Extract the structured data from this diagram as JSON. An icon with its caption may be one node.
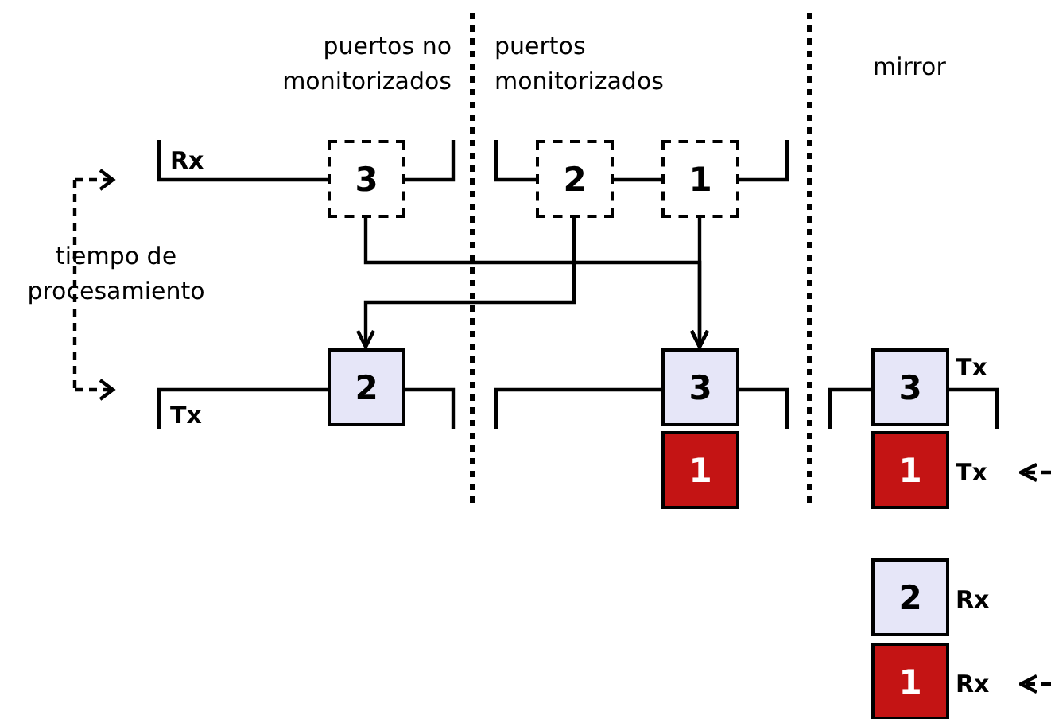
{
  "diagram": {
    "nodes": [
      {
        "text": [
          "3"
        ]
      },
      {
        "text": [
          "2"
        ]
      },
      {
        "text": [
          "1"
        ]
      },
      {
        "text": [
          "2"
        ]
      },
      {
        "text": [
          "3"
        ]
      },
      {
        "text": [
          "1"
        ]
      },
      {
        "text": [
          "3"
        ],
        "beside": [
          "Tx"
        ]
      },
      {
        "text": [
          "1"
        ],
        "beside": [
          "Tx"
        ]
      },
      {
        "text": [
          "2"
        ],
        "beside": [
          "Rx"
        ]
      },
      {
        "text": [
          "1"
        ],
        "beside": [
          "Rx"
        ]
      }
    ],
    "edges": [
      {
        "from": 0,
        "to": 4,
        "arrow": "to"
      },
      {
        "from": 2,
        "to": 4,
        "arrow": "to"
      },
      {
        "from": 1,
        "to": 3,
        "arrow": "to"
      },
      {
        "from": null,
        "to": 7,
        "arrow": "to",
        "style": "dashed"
      },
      {
        "from": null,
        "to": 9,
        "arrow": "to",
        "style": "dashed"
      }
    ],
    "labels": [
      "puertos no monitorizados",
      "puertos monitorizados",
      "mirror",
      "Rx",
      "tiempo de procesamiento",
      "Tx"
    ]
  }
}
